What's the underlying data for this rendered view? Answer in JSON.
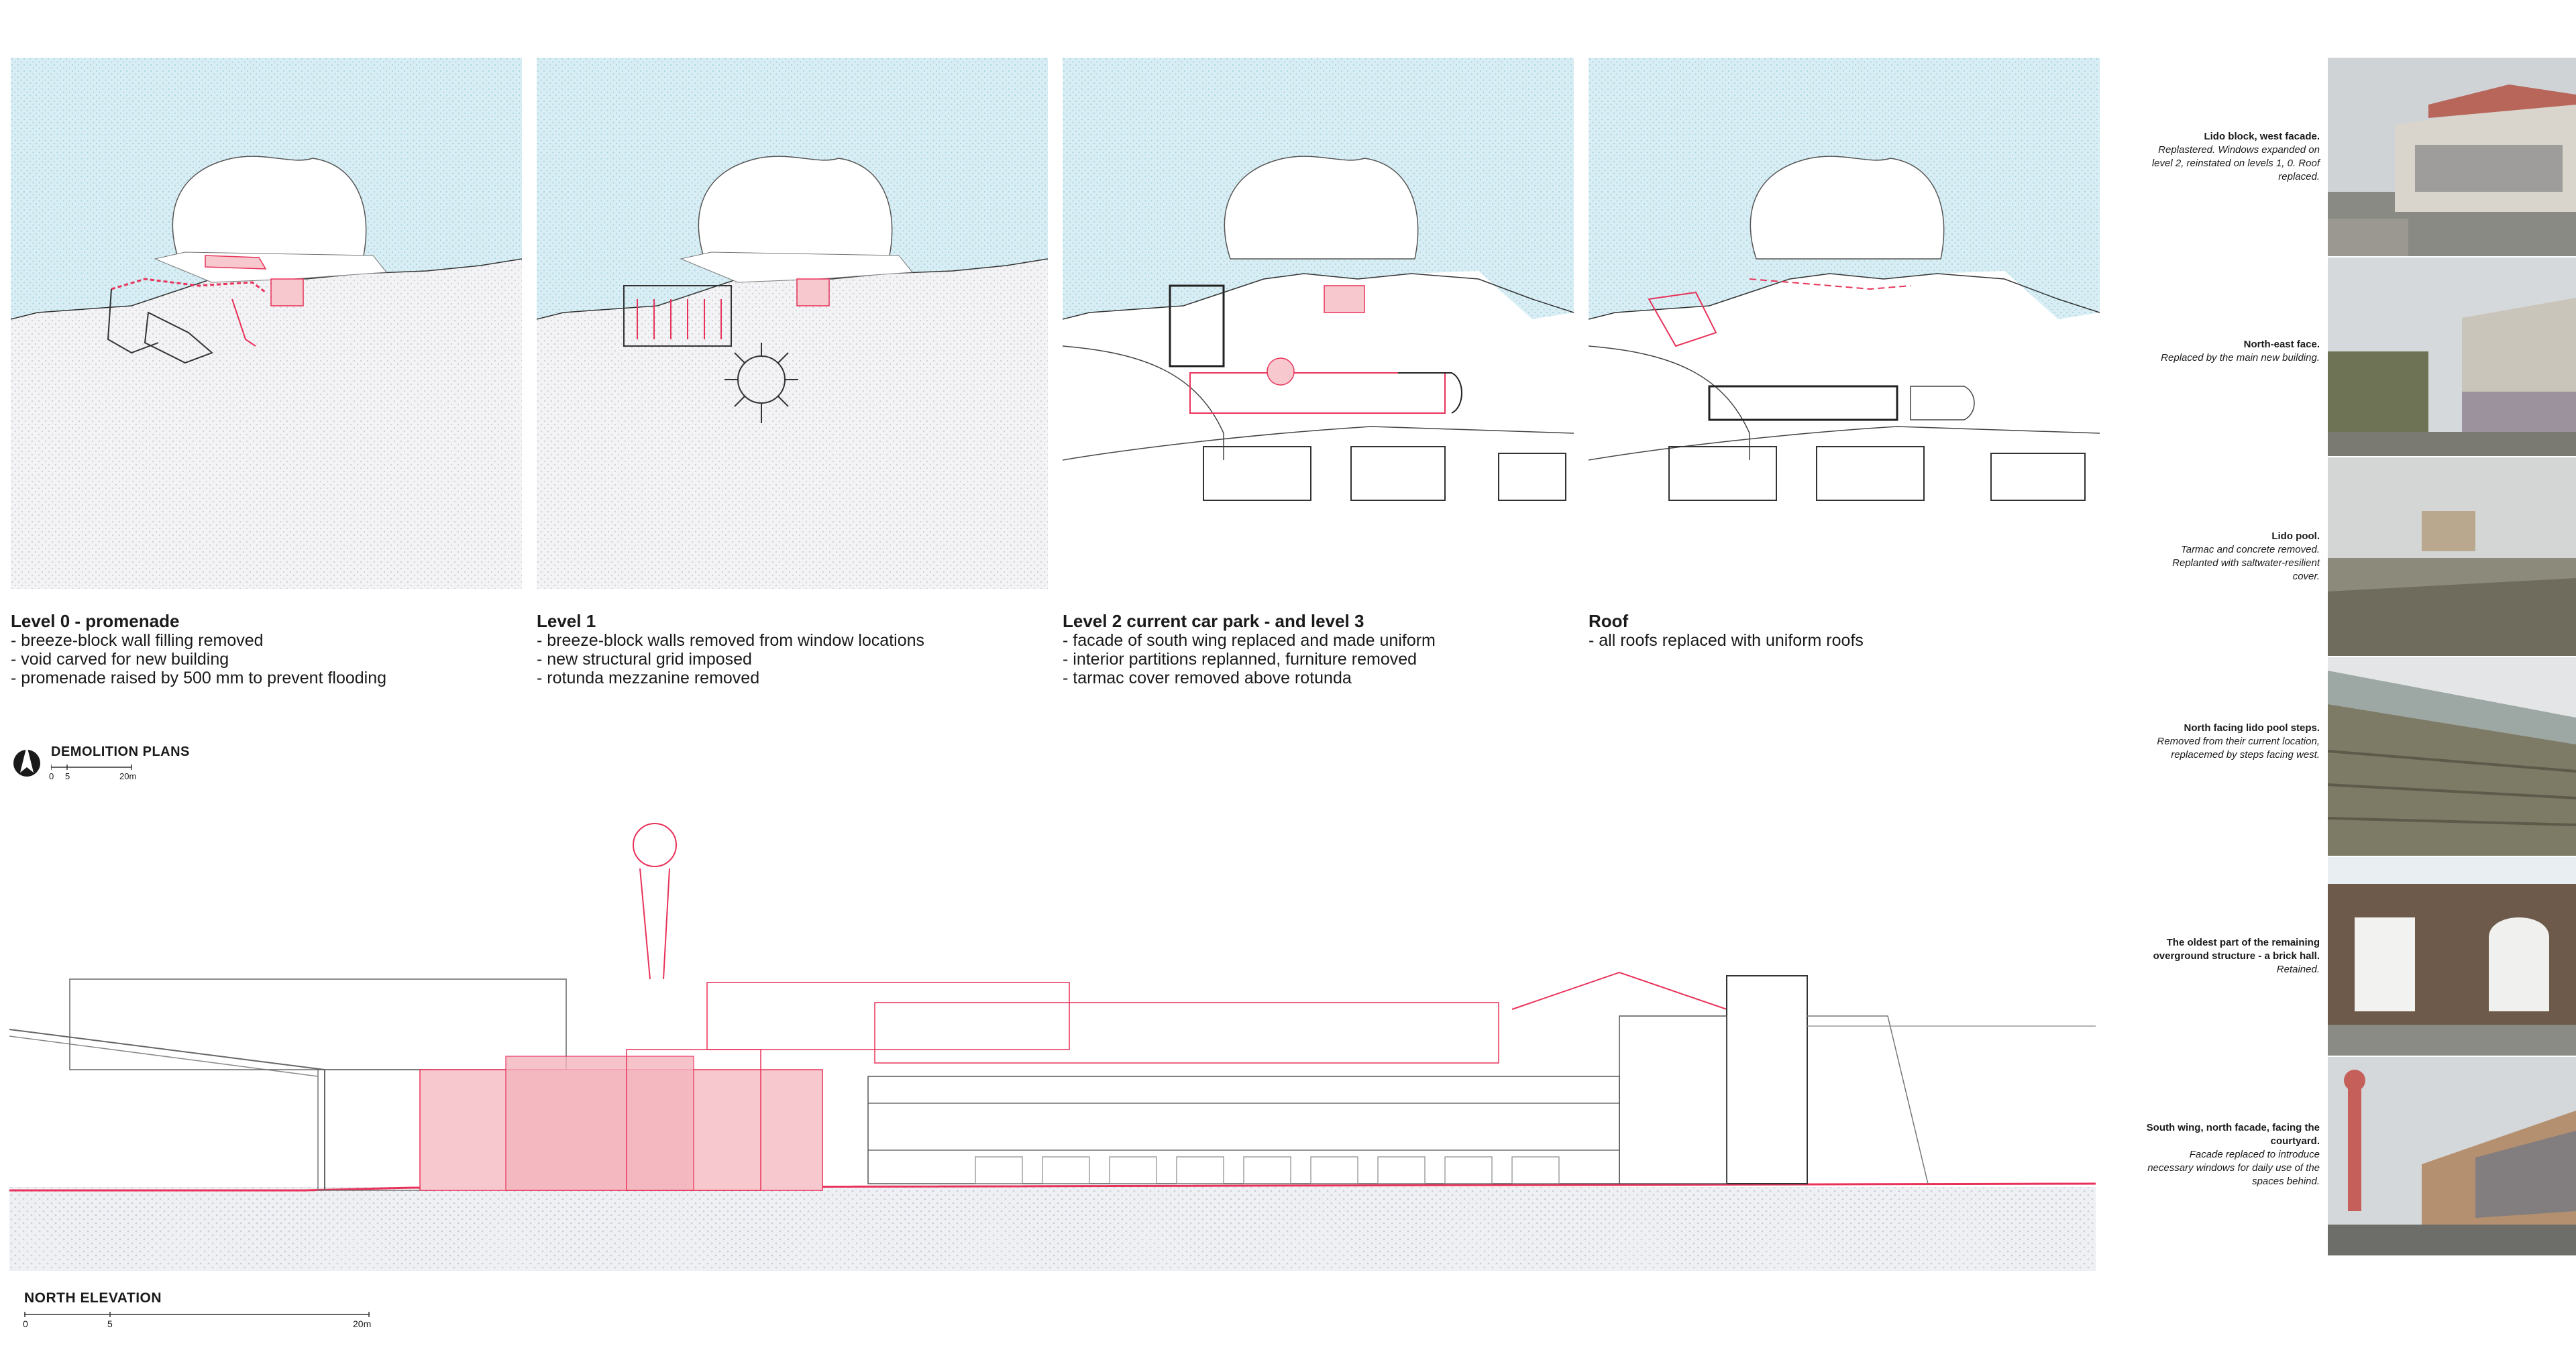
{
  "plans": [
    {
      "title": "Level 0 - promenade",
      "notes": [
        "- breeze-block wall filling removed",
        "- void carved for new building",
        "- promenade raised by 500 mm to prevent flooding"
      ]
    },
    {
      "title": "Level 1",
      "notes": [
        "- breeze-block walls removed from window locations",
        "- new structural grid imposed",
        "- rotunda mezzanine removed"
      ]
    },
    {
      "title": "Level 2 current car park - and level 3",
      "notes": [
        "- facade of south wing replaced and made uniform",
        "- interior partitions replanned, furniture removed",
        "- tarmac cover removed above rotunda"
      ]
    },
    {
      "title": "Roof",
      "notes": [
        "- all roofs replaced with uniform roofs"
      ]
    }
  ],
  "demolition_legend": {
    "title": "DEMOLITION PLANS",
    "scale_labels": [
      "0",
      "5",
      "20m"
    ]
  },
  "elevation_legend": {
    "title": "NORTH ELEVATION",
    "scale_labels": [
      "0",
      "5",
      "20m"
    ]
  },
  "photos": [
    {
      "title": "Lido block, west facade.",
      "desc": "Replastered. Windows expanded on level 2, reinstated on levels 1, 0. Roof replaced."
    },
    {
      "title": "North-east face.",
      "desc": "Replaced by the main new building."
    },
    {
      "title": "Lido pool.",
      "desc": "Tarmac and concrete removed. Replanted with saltwater-resilient cover."
    },
    {
      "title": "North facing lido pool steps.",
      "desc": "Removed from their current location, replacemed by steps facing west."
    },
    {
      "title": "The oldest part of the remaining overground structure - a brick hall.",
      "desc": "Retained."
    },
    {
      "title": "South wing, north facade, facing the courtyard.",
      "desc": "Facade replaced to introduce necessary windows for daily use of the spaces behind."
    }
  ],
  "colors": {
    "sea": "#d8eef4",
    "demolition": "#e8325a",
    "demolition_fill": "#f7c9cf",
    "line": "#2a2a2a",
    "ground_pattern": "#c9ccd4"
  }
}
